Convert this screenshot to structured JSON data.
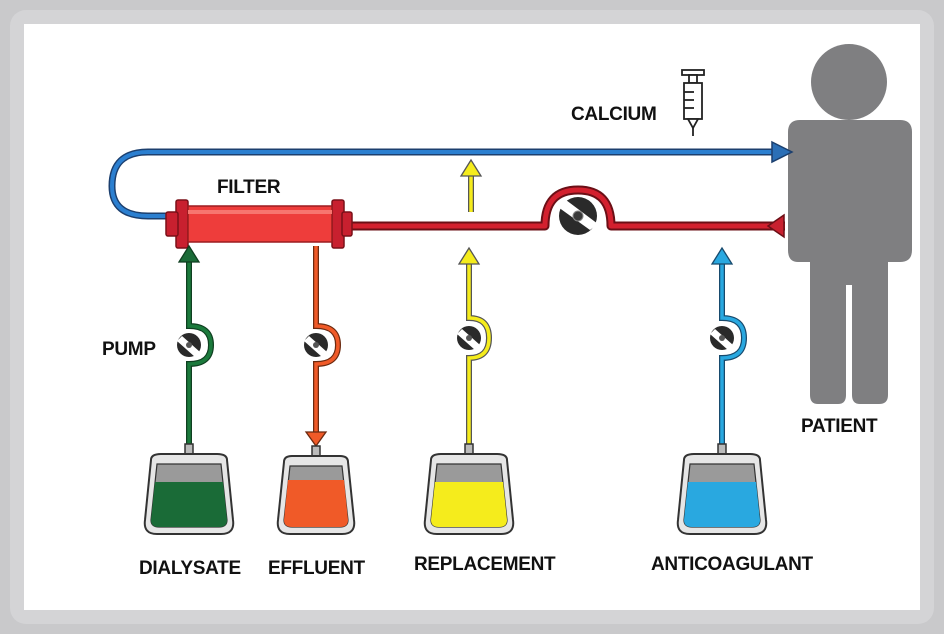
{
  "labels": {
    "filter": "FILTER",
    "calcium": "CALCIUM",
    "pump": "PUMP",
    "patient": "PATIENT",
    "dialysate": "DIALYSATE",
    "effluent": "EFFLUENT",
    "replacement": "REPLACEMENT",
    "anticoagulant": "ANTICOAGULANT"
  },
  "colors": {
    "blood_return": "#2b6fb6",
    "blood_access": "#c8202f",
    "filter": "#ee3d3b",
    "dialysate": "#1a6b37",
    "effluent": "#f05a28",
    "replacement": "#f2ea1d",
    "anticoagulant": "#29a8e0",
    "patient": "#7f7f81"
  }
}
